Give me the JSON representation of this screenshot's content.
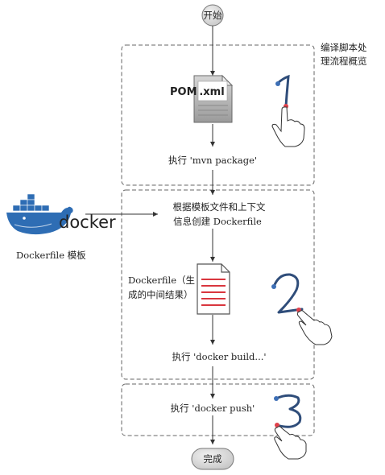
{
  "flow": {
    "start_label": "开始",
    "end_label": "完成",
    "section_title_line1": "编译脚本处",
    "section_title_line2": "理流程概览",
    "pom_label": "POM",
    "xml_label": ".xml",
    "step1": "执行 'mvn package'",
    "step2_line1": "根据模板文件和上下文",
    "step2_line2": "信息创建 Dockerfile",
    "dockerfile_result_line1": "Dockerfile（生",
    "dockerfile_result_line2": "成的中间结果）",
    "step3": "执行 'docker build...'",
    "step4": "执行 'docker push'",
    "docker_logo_text": "docker",
    "template_label": "Dockerfile 模板",
    "numbers": [
      "1",
      "2",
      "3"
    ]
  },
  "colors": {
    "dashed_border": "#666666",
    "node_fill": "#e2e2e2",
    "docker_blue": "#2e6db4",
    "doc_red": "#d9363e",
    "dot_red": "#e0404a",
    "dot_blue": "#3d6fb6"
  }
}
